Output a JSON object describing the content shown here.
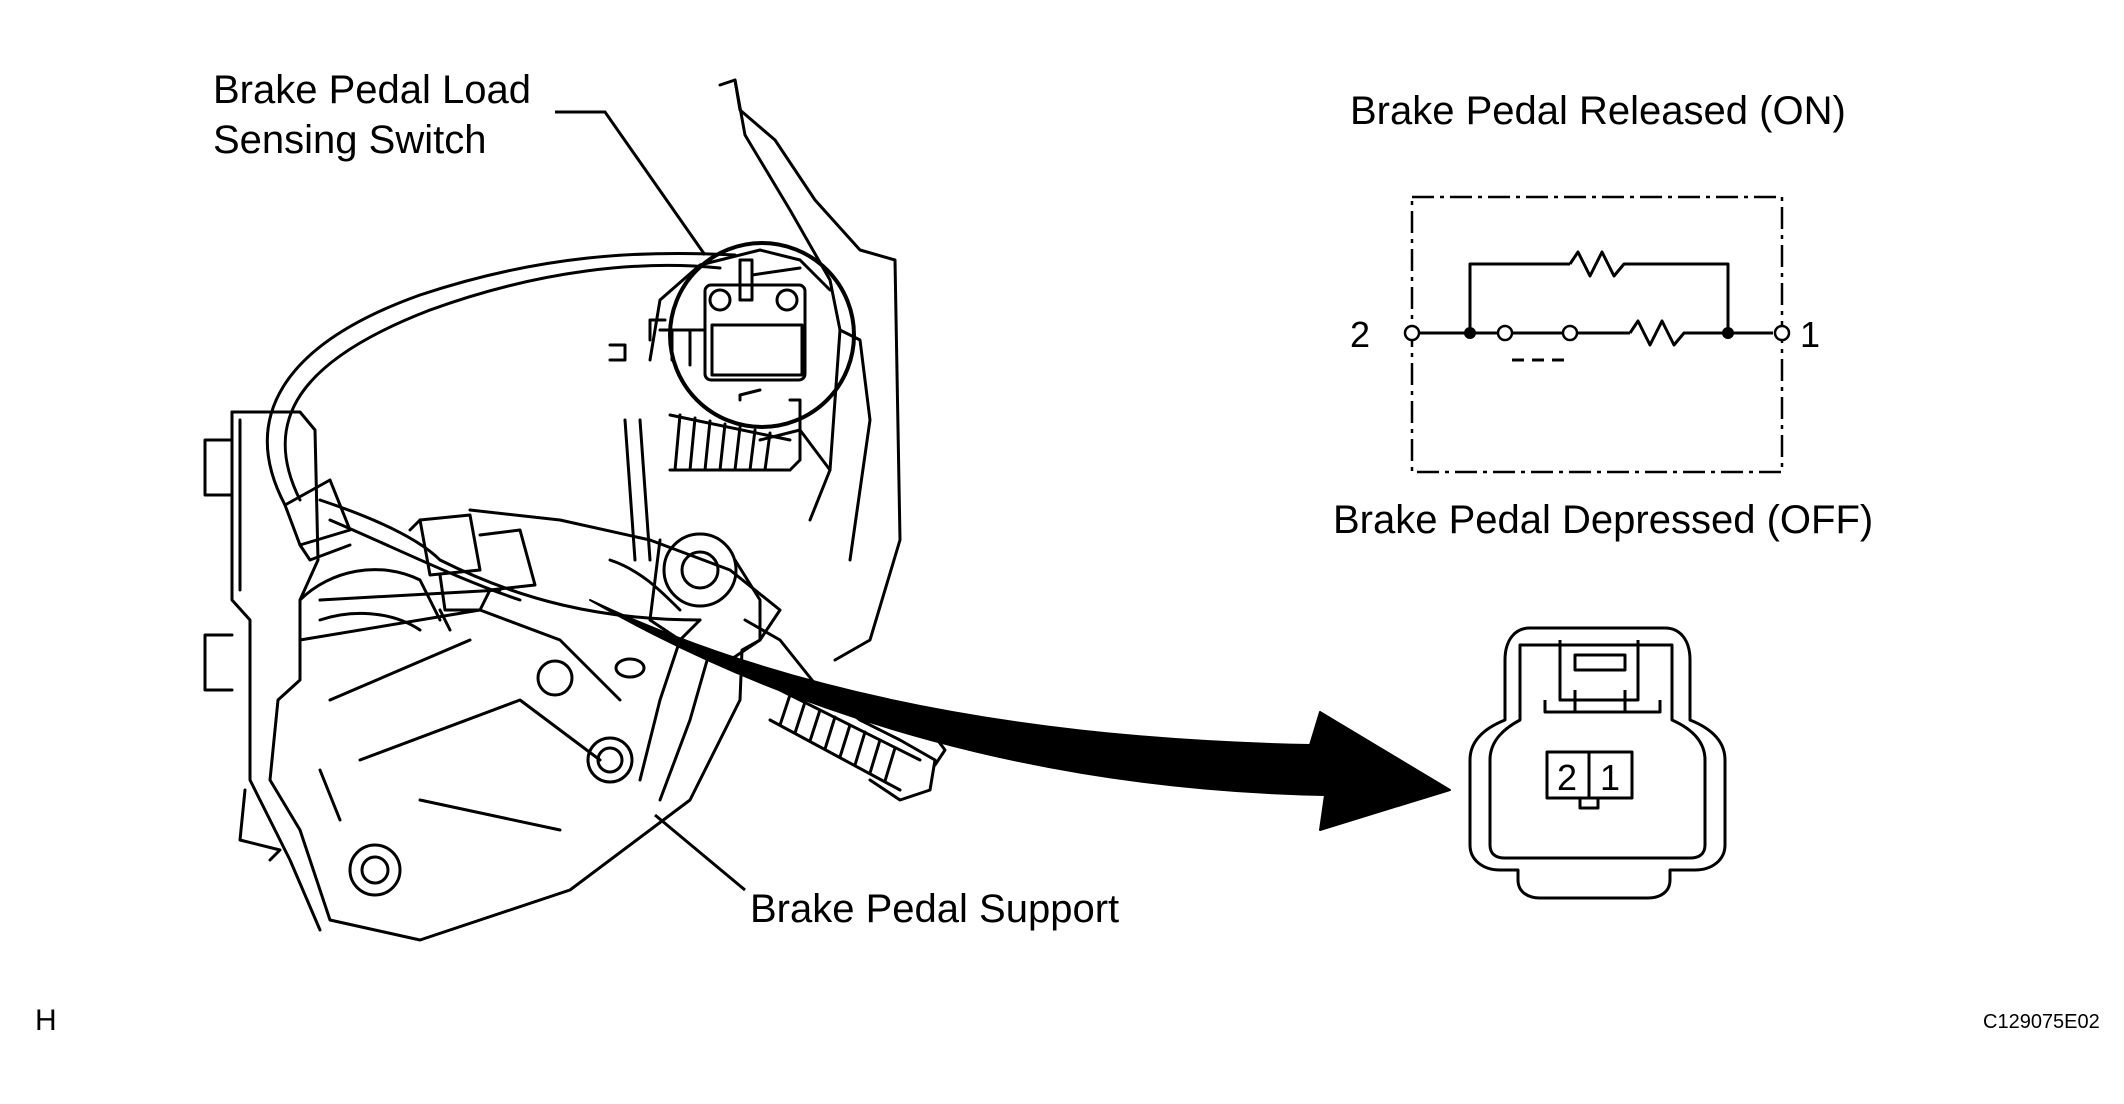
{
  "labels": {
    "switch_line1": "Brake Pedal Load",
    "switch_line2": "Sensing Switch",
    "support": "Brake Pedal Support",
    "released": "Brake Pedal Released (ON)",
    "depressed": "Brake Pedal Depressed (OFF)"
  },
  "circuit": {
    "terminal_left": "2",
    "terminal_right": "1"
  },
  "connector": {
    "pin_left": "2",
    "pin_right": "1"
  },
  "footer": {
    "left_code": "H",
    "figure_code": "C129075E02"
  }
}
